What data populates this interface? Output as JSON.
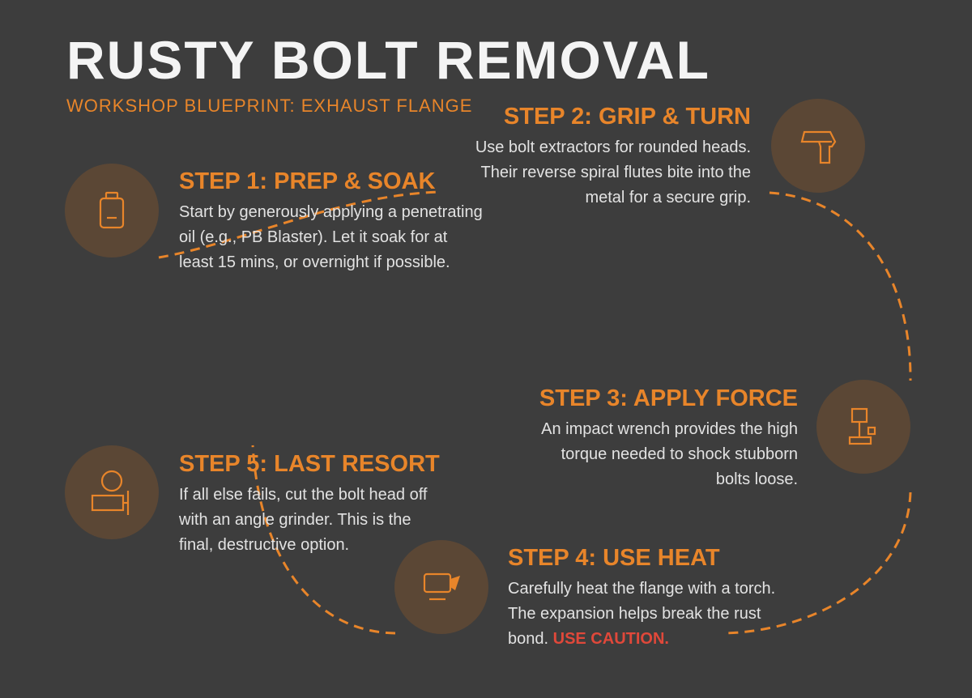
{
  "title": "RUSTY BOLT REMOVAL",
  "subtitle": "WORKSHOP BLUEPRINT: EXHAUST FLANGE",
  "colors": {
    "accent": "#e8852a",
    "background": "#3d3d3d",
    "circle": "#5b4735",
    "caution": "#e0483a",
    "text": "#e2e2e2"
  },
  "steps": [
    {
      "heading": "STEP 1: PREP & SOAK",
      "icon": "oil-can-icon",
      "lines": [
        "Start by generously applying a penetrating",
        "oil (e.g., PB Blaster). Let it soak for at",
        "least 15 mins, or overnight if possible."
      ]
    },
    {
      "heading": "STEP 2: GRIP & TURN",
      "icon": "bolt-extractor-icon",
      "lines": [
        "Use bolt extractors for rounded heads.",
        "Their reverse spiral flutes bite into the",
        "metal for a secure grip."
      ]
    },
    {
      "heading": "STEP 3: APPLY FORCE",
      "icon": "impact-wrench-icon",
      "lines": [
        "An impact wrench provides the high",
        "torque needed to shock stubborn",
        "bolts loose."
      ]
    },
    {
      "heading": "STEP 4: USE HEAT",
      "icon": "torch-icon",
      "lines": [
        "Carefully heat the flange with a torch.",
        "The expansion helps break the rust",
        "bond."
      ],
      "caution": "USE CAUTION."
    },
    {
      "heading": "STEP 5: LAST RESORT",
      "icon": "angle-grinder-icon",
      "lines": [
        "If all else fails, cut the bolt head off",
        "with an angle grinder. This is the",
        "final, destructive option."
      ]
    }
  ]
}
